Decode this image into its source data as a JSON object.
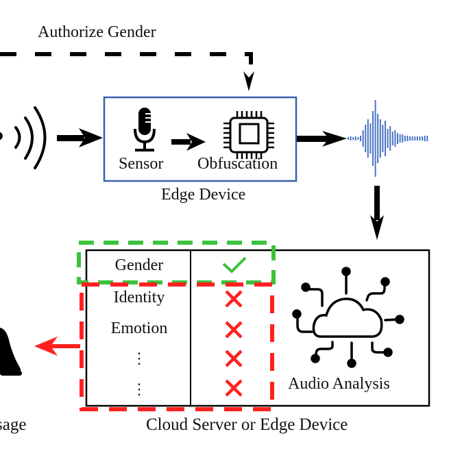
{
  "diagram": {
    "authorize_label": "Authorize Gender",
    "edge_device": {
      "title": "Edge Device",
      "sensor_label": "Sensor",
      "obfuscation_label": "Obfuscation",
      "border_color": "#3a5ea8"
    },
    "waveform_color": "#4a72c4",
    "server": {
      "title": "Cloud Server or Edge Device",
      "analysis_label": "Audio Analysis",
      "attributes": [
        {
          "name": "Gender",
          "status": "allowed",
          "mark": "check"
        },
        {
          "name": "Identity",
          "status": "blocked",
          "mark": "cross"
        },
        {
          "name": "Emotion",
          "status": "blocked",
          "mark": "cross"
        },
        {
          "name": "⋮",
          "status": "blocked",
          "mark": "cross"
        },
        {
          "name": "⋮",
          "status": "blocked",
          "mark": "cross"
        }
      ],
      "allowed_color": "#3cc23c",
      "blocked_color": "#ff2020"
    },
    "misuse_label": "Usage",
    "misuse_label_visible": "sage"
  }
}
